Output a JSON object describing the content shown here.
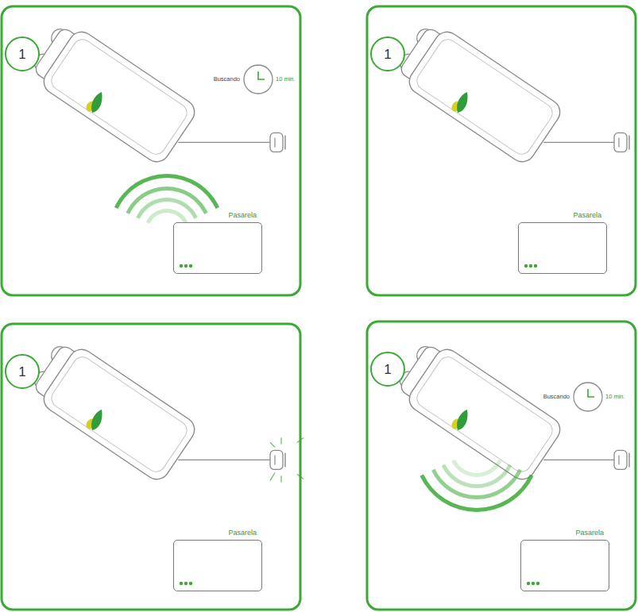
{
  "diagram": {
    "nodes": [
      {
        "text": [
          "1"
        ]
      },
      {
        "text": [
          "Pasarela"
        ]
      },
      {
        "text": [
          "1"
        ]
      },
      {
        "text": [
          "Pasarela"
        ]
      },
      {
        "text": [
          "1"
        ]
      },
      {
        "text": [
          "Pasarela"
        ]
      },
      {
        "text": [
          "1"
        ]
      },
      {
        "text": [
          "Pasarela"
        ]
      }
    ],
    "labels": [
      "Buscando",
      "10 min.",
      "Buscando",
      "10 min."
    ]
  }
}
